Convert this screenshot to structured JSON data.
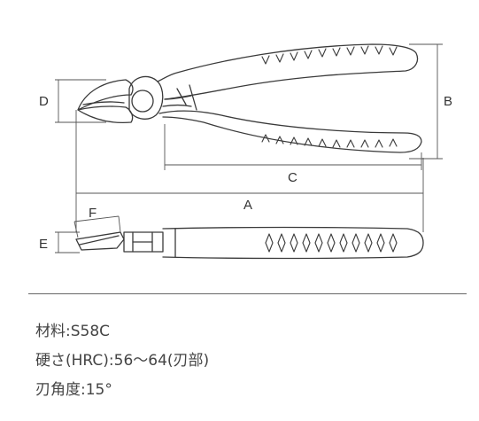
{
  "diagram": {
    "dimension_labels": {
      "a": "A",
      "b": "B",
      "c": "C",
      "d": "D",
      "e": "E",
      "f": "F"
    }
  },
  "specs": [
    {
      "label": "材料",
      "separator": ":",
      "value": "S58C"
    },
    {
      "label": "硬さ(HRC)",
      "separator": ":",
      "value": "56〜64(刃部)"
    },
    {
      "label": "刃角度",
      "separator": ":",
      "value": "15°"
    }
  ],
  "colors": {
    "line": "#3a3a3a",
    "dimension_line": "#555555",
    "text": "#444444"
  }
}
